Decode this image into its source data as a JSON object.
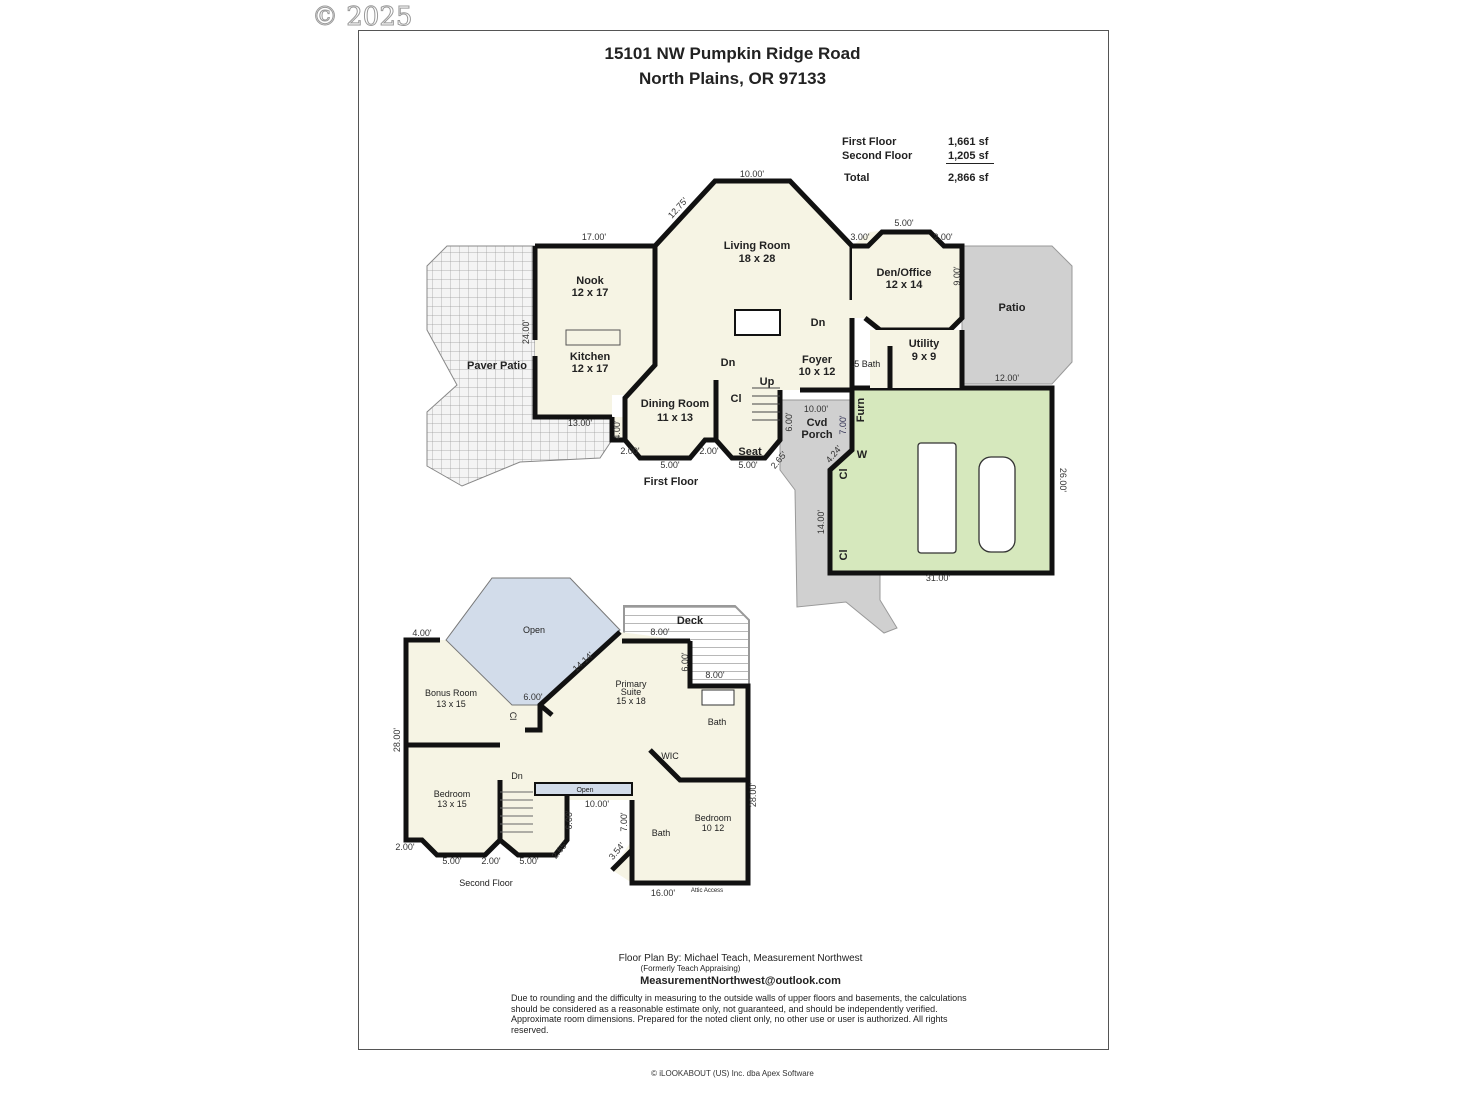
{
  "watermark": "© 2025",
  "header": {
    "address_line1": "15101 NW Pumpkin Ridge Road",
    "address_line2": "North Plains, OR 97133"
  },
  "area_summary": [
    {
      "label": "First Floor",
      "value": "1,661 sf"
    },
    {
      "label": "Second Floor",
      "value": "1,205 sf"
    },
    {
      "label": "Total",
      "value": "2,866 sf"
    }
  ],
  "colors": {
    "floor": "#f6f4e4",
    "wall": "#111111",
    "garage": "#d6e8bd",
    "patio": "#d0d0d0",
    "open_area": "#d2dcea"
  },
  "first_floor": {
    "label": "First Floor",
    "rooms": {
      "nook": [
        "Nook",
        "12 x 17"
      ],
      "kitchen": [
        "Kitchen",
        "12 x 17"
      ],
      "paver_patio": "Paver Patio",
      "living": [
        "Living Room",
        "18 x 28"
      ],
      "dining": [
        "Dining Room",
        "11 x 13"
      ],
      "foyer": [
        "Foyer",
        "10 x 12"
      ],
      "den": [
        "Den/Office",
        "12 x 14"
      ],
      "utility": [
        "Utility",
        "9 x 9"
      ],
      "patio": "Patio",
      "porch": [
        "Cvd",
        "Porch"
      ],
      "half_bath": ".5 Bath",
      "closet": "Cl",
      "seat": "Seat",
      "furnace": "Furn",
      "water_heater": "W",
      "garage_closet_1": "Cl",
      "garage_closet_2": "Cl",
      "stairs_dn_1": "Dn",
      "stairs_dn_2": "Dn",
      "stairs_up": "Up"
    },
    "dimensions": [
      "10.00'",
      "12.75'",
      "17.00'",
      "3.00'",
      "5.00'",
      "2.00'",
      "24.00'",
      "13.00'",
      "4.00'",
      "2.00'",
      "5.00'",
      "2.00'",
      "5.00'",
      "10.00'",
      "6.00'",
      "7.00'",
      "9.00'",
      "12.00'",
      "26.00'",
      "14.00'",
      "31.00'",
      "4.24'",
      "2.65'"
    ]
  },
  "second_floor": {
    "label": "Second Floor",
    "rooms": {
      "open_1": "Open",
      "deck": "Deck",
      "primary": [
        "Primary",
        "Suite",
        "15 x 18"
      ],
      "bonus": [
        "Bonus Room",
        "13 x 15"
      ],
      "closet": "Cl",
      "bath_1": "Bath",
      "wic": "WIC",
      "stairs_dn": "Dn",
      "open_2": "Open",
      "bedroom_1": [
        "Bedroom",
        "13 x 15"
      ],
      "bath_2": "Bath",
      "bedroom_2": [
        "Bedroom",
        "10  12"
      ],
      "attic": "Attic Access"
    },
    "dimensions": [
      "4.00'",
      "14.14'",
      "6.00'",
      "8.00'",
      "6.00'",
      "8.00'",
      "28.00'",
      "28.00'",
      "10.00'",
      "6.00'",
      "7.00'",
      "2.00'",
      "5.00'",
      "2.00'",
      "5.00'",
      "2.65'",
      "3.54'",
      "16.00'"
    ]
  },
  "footer": {
    "by": "Floor Plan By: Michael Teach, Measurement Northwest",
    "formerly": "(Formerly Teach Appraising)",
    "email": "MeasurementNorthwest@outlook.com",
    "disclaimer": "Due to rounding and the difficulty in measuring to the outside walls of upper floors and basements, the calculations should be considered as a reasonable estimate only, not guaranteed, and should be independently verified. Approximate room dimensions. Prepared for the noted client only, no other use or user is authorized. All rights reserved.",
    "credit": "© iLOOKABOUT (US) Inc. dba Apex Software"
  }
}
